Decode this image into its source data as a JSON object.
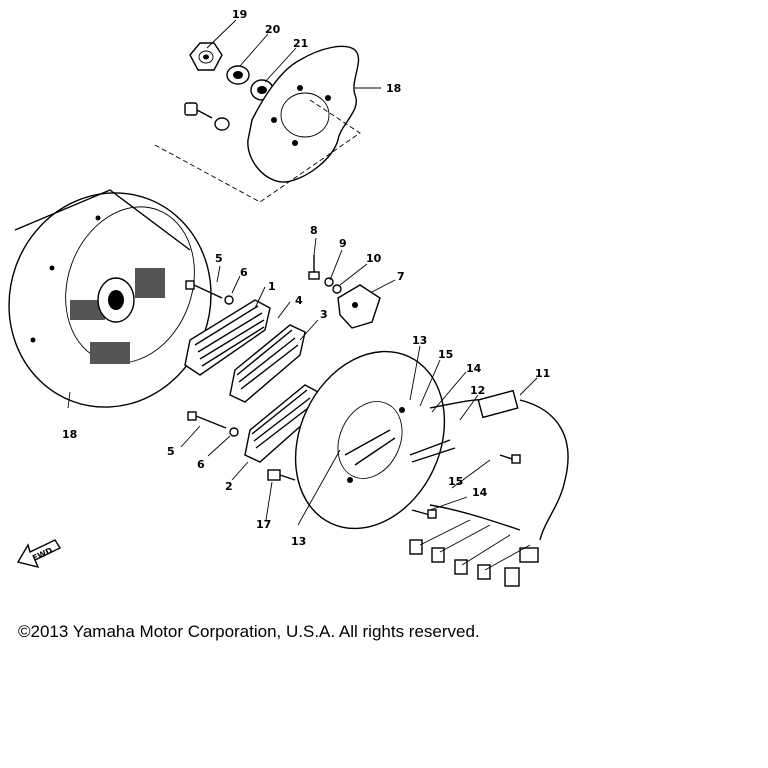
{
  "diagram": {
    "callouts": {
      "c1": "1",
      "c2": "2",
      "c3": "3",
      "c4": "4",
      "c5a": "5",
      "c5b": "5",
      "c6a": "6",
      "c6b": "6",
      "c7": "7",
      "c8": "8",
      "c9": "9",
      "c10": "10",
      "c11": "11",
      "c12": "12",
      "c13a": "13",
      "c13b": "13",
      "c14a": "14",
      "c14b": "14",
      "c15a": "15",
      "c15b": "15",
      "c17": "17",
      "c18a": "18",
      "c18b": "18",
      "c19": "19",
      "c20": "20",
      "c21": "21"
    },
    "fwd_label": "FWD"
  },
  "footer": {
    "copyright": "©2013 Yamaha Motor Corporation, U.S.A. All rights reserved."
  }
}
